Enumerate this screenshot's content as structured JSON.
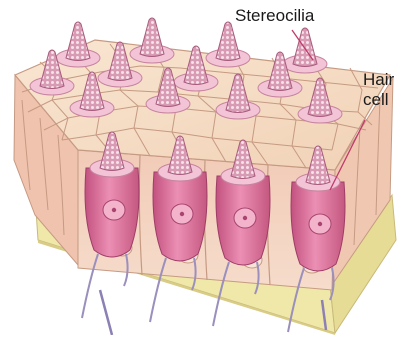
{
  "labels": {
    "stereocilia": "Stereocilia",
    "hair_cell_line1": "Hair",
    "hair_cell_line2": "cell"
  },
  "colors": {
    "top_surface": "#f6dcc2",
    "cell_outline": "#c69a82",
    "front_face": "#f3d3bf",
    "hair_cell": "#de6f9c",
    "hair_cell_dark": "#b8497a",
    "stereocilia": "#cf8fa9",
    "collar": "#f2c4d6",
    "base_membrane": "#f4eeb6",
    "nerve": "#a99cc2",
    "leader_line": "#c03a6a"
  }
}
